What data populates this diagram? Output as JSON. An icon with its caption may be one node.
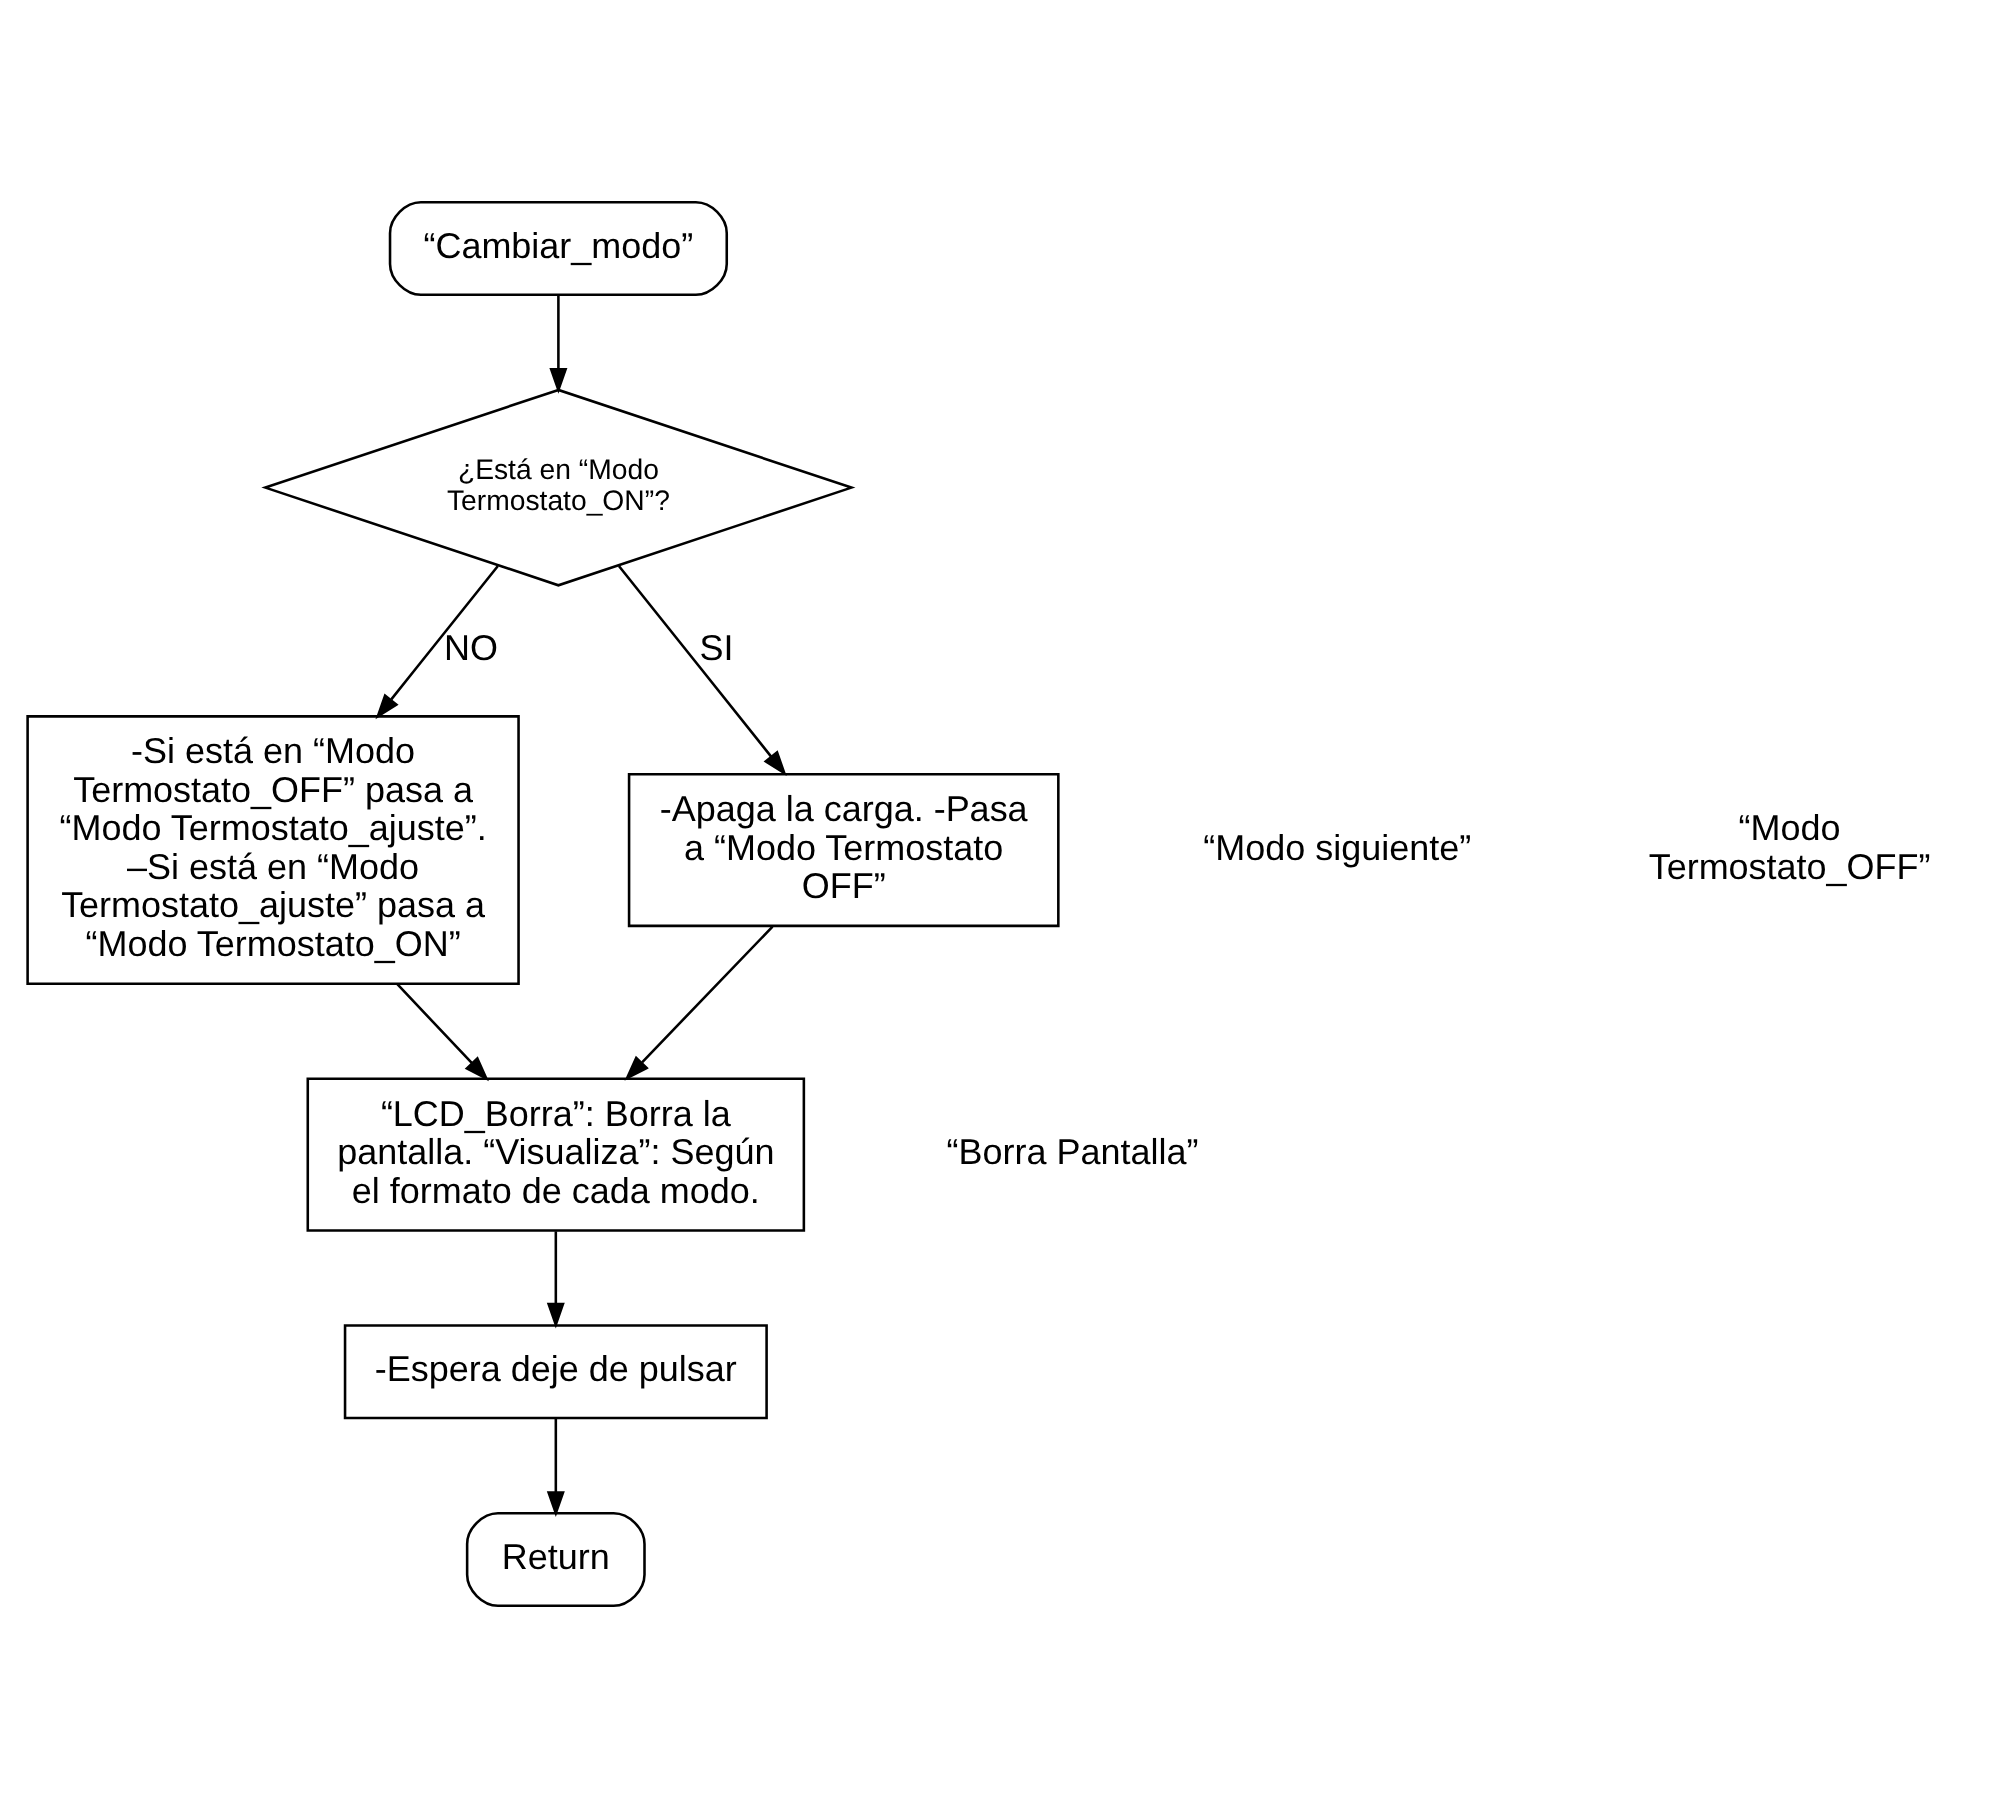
{
  "diagram": {
    "nodes": [
      {
        "text": [
          "“Cambiar_modo”"
        ]
      },
      {
        "text": [
          "¿Está en “Modo Termostato_ON”?"
        ]
      },
      {
        "text": [
          "-Si está en “Modo Termostato_OFF” pasa a “Modo Termostato_ajuste”. –Si está en “Modo Termostato_ajuste” pasa a “Modo Termostato_ON”"
        ]
      },
      {
        "text": [
          "-Apaga la carga. -Pasa a “Modo Termostato OFF”"
        ]
      },
      {
        "text": [
          "“LCD_Borra”: Borra la pantalla. “Visualiza”: Según el formato de cada modo."
        ]
      },
      {
        "text": [
          "-Espera deje de pulsar"
        ]
      },
      {
        "text": [
          "Return"
        ]
      }
    ],
    "edges": [
      {
        "from": 0,
        "to": 1,
        "arrow": "to"
      },
      {
        "from": 1,
        "to": 2,
        "arrow": "to",
        "label": "NO"
      },
      {
        "from": 1,
        "to": 3,
        "arrow": "to",
        "label": "SI"
      },
      {
        "from": 2,
        "to": 4,
        "arrow": "to"
      },
      {
        "from": 3,
        "to": 4,
        "arrow": "to"
      },
      {
        "from": 4,
        "to": 5,
        "arrow": "to"
      },
      {
        "from": 5,
        "to": 6,
        "arrow": "to"
      }
    ],
    "labels": [
      "“Modo siguiente”",
      "“Modo Termostato_OFF”",
      "“Borra Pantalla”"
    ]
  }
}
